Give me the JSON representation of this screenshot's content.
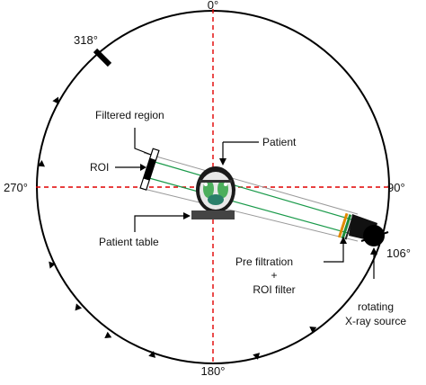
{
  "angles": {
    "top": "0°",
    "right": "90°",
    "bottom": "180°",
    "left": "270°",
    "marker": "318°",
    "source": "106°"
  },
  "labels": {
    "filtered_region": "Filtered region",
    "roi": "ROI",
    "patient": "Patient",
    "patient_table": "Patient table",
    "pre_filtration": "Pre filtration",
    "plus": "+",
    "roi_filter": "ROI filter",
    "rotating_1": "rotating",
    "rotating_2": "X-ray source"
  },
  "colors": {
    "circle": "#000000",
    "axes": "#e00000",
    "beam": "#1a9a4a",
    "beam_edge": "#9a9a9a",
    "filter_orange": "#e08a00",
    "filter_green": "#1e8c3a",
    "table": "#444444",
    "head_green": "#4cae5c"
  },
  "icons": {
    "xray_source": "xray-source-icon",
    "patient_head": "head-scan-icon",
    "detector": "detector-icon"
  }
}
